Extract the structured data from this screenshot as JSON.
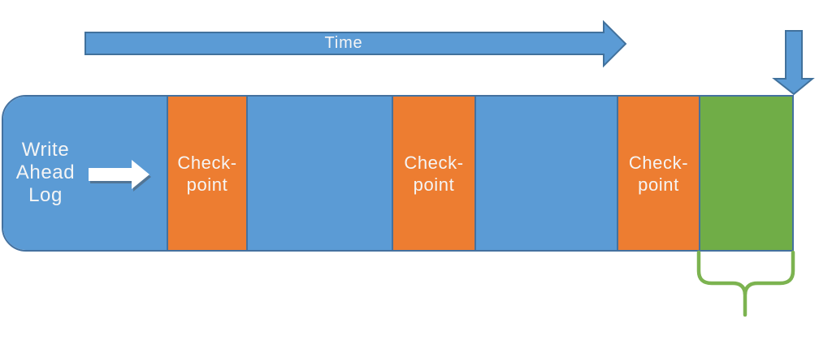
{
  "diagram": {
    "background_color": "#FFFFFF",
    "text_color": "#F5F5F5",
    "time_arrow": {
      "label": "Time",
      "fill": "#5B9BD5",
      "stroke": "#41719C"
    },
    "down_arrow": {
      "fill": "#5B9BD5",
      "stroke": "#41719C"
    },
    "forward_arrow": {
      "fill": "#FFFFFF"
    },
    "bar": {
      "border_color": "#44719F",
      "segments": [
        {
          "name": "write-ahead-log",
          "kind": "wal",
          "color": "#5B9BD5",
          "label": "Write\nAhead\nLog"
        },
        {
          "name": "checkpoint-1",
          "kind": "checkpoint",
          "color": "#ED7D31",
          "label": "Check-\npoint"
        },
        {
          "name": "log-segment-1",
          "kind": "log",
          "color": "#5B9BD5",
          "label": ""
        },
        {
          "name": "checkpoint-2",
          "kind": "checkpoint",
          "color": "#ED7D31",
          "label": "Check-\npoint"
        },
        {
          "name": "log-segment-2",
          "kind": "log",
          "color": "#5B9BD5",
          "label": ""
        },
        {
          "name": "checkpoint-3",
          "kind": "checkpoint",
          "color": "#ED7D31",
          "label": "Check-\npoint"
        },
        {
          "name": "latest-segment",
          "kind": "latest",
          "color": "#70AD47",
          "label": ""
        }
      ]
    },
    "brace": {
      "color": "#7CB350"
    }
  }
}
